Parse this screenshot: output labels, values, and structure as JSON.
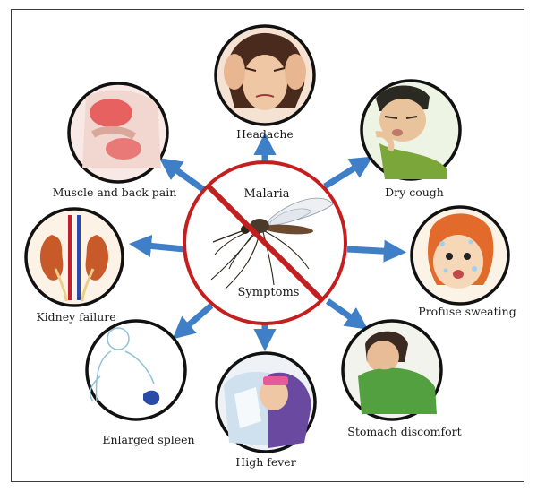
{
  "center": {
    "title": "Malaria",
    "subtitle": "Symptoms"
  },
  "symptoms": [
    {
      "label": "Headache"
    },
    {
      "label": "Dry cough"
    },
    {
      "label": "Profuse sweating"
    },
    {
      "label": "Stomach discomfort"
    },
    {
      "label": "High fever"
    },
    {
      "label": "Enlarged spleen"
    },
    {
      "label": "Kidney failure"
    },
    {
      "label": "Muscle and back pain"
    }
  ],
  "colors": {
    "arrow": "#3f7fc8",
    "ring": "#c41e1e",
    "circle_border": "#111111",
    "border": "#3a3a3a"
  }
}
